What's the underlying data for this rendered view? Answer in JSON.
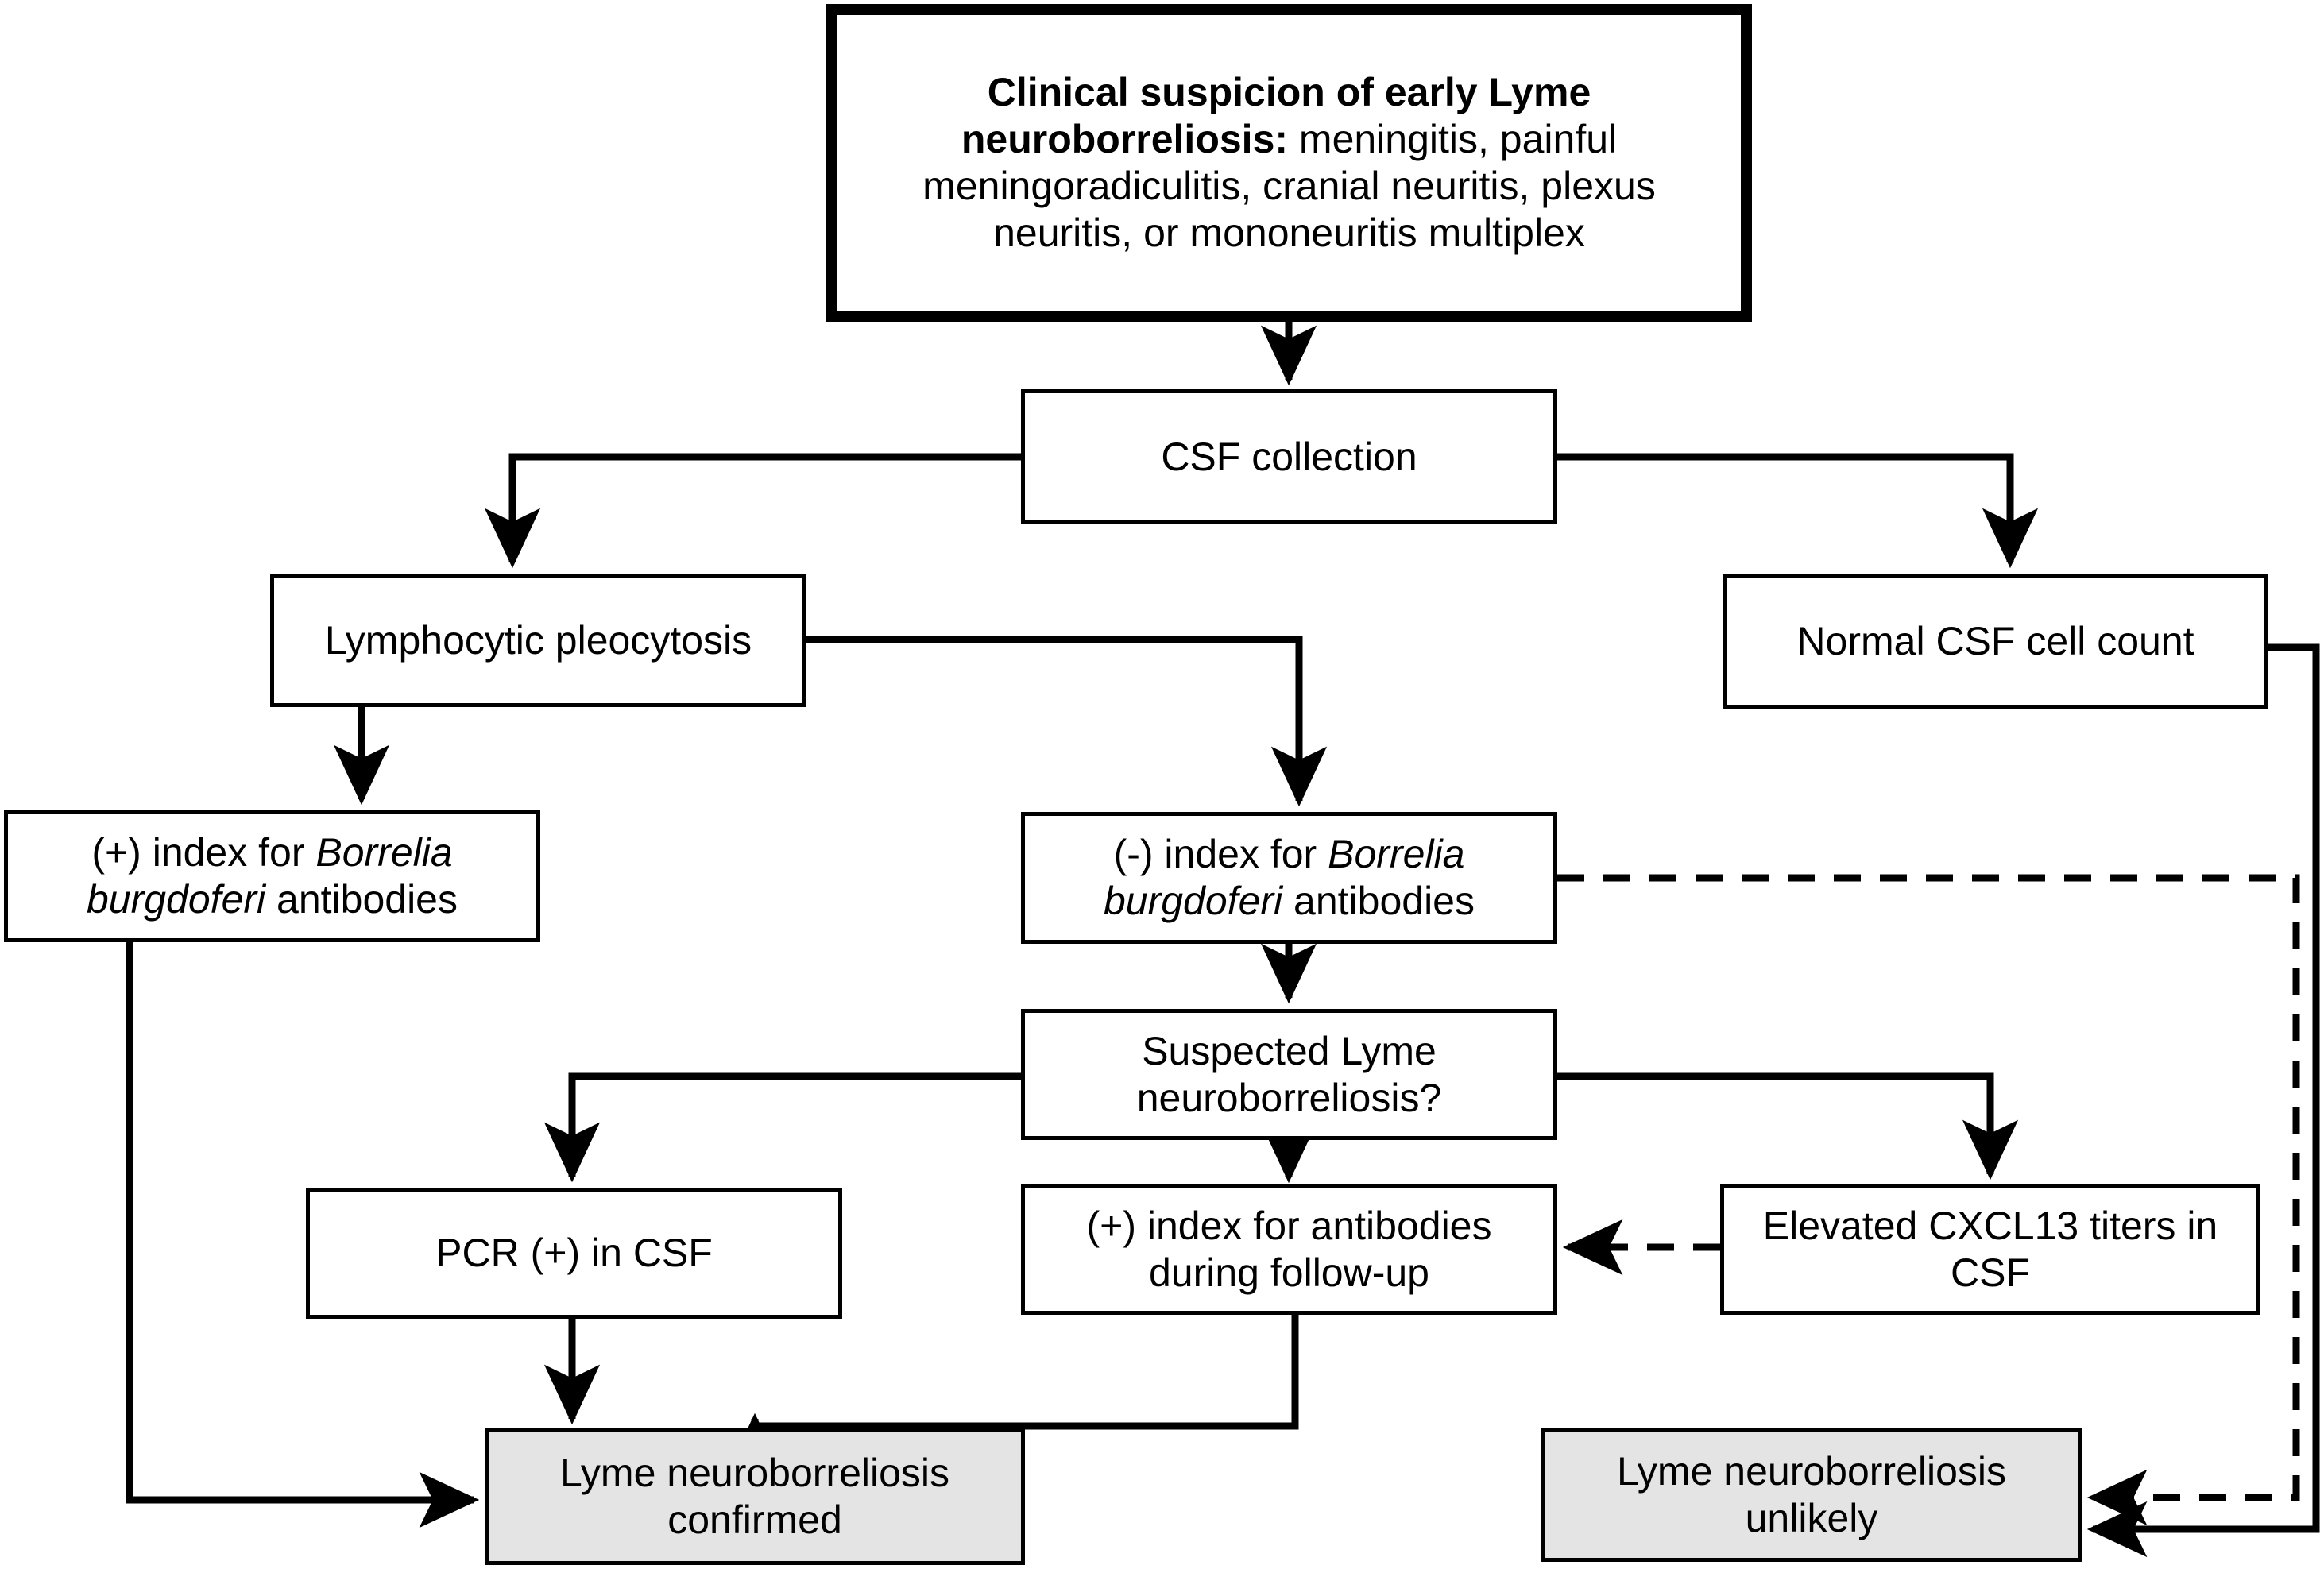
{
  "diagram": {
    "title": "Diagnostic algorithm for early Lyme neuroborreliosis",
    "colors": {
      "node_border": "#000000",
      "node_fill": "#ffffff",
      "outcome_fill": "#e4e4e4",
      "edge": "#000000",
      "text": "#000000"
    },
    "nodes": {
      "root": {
        "id": "clinical-suspicion",
        "emphasis_text": "Clinical suspicion of early Lyme neuroborreliosis:",
        "rest_text": " meningitis, painful meningoradiculitis, cranial neuritis, plexus neuritis, or mononeuritis multiplex",
        "full_text": "Clinical suspicion of early Lyme neuroborreliosis: meningitis, painful meningoradiculitis, cranial neuritis, plexus neuritis, or mononeuritis multiplex",
        "shape": "rectangle",
        "style": "thick-border"
      },
      "csf_collection": {
        "id": "csf-collection",
        "text": "CSF collection"
      },
      "lymphocytic_pleocytosis": {
        "id": "lymphocytic-pleocytosis",
        "text": "Lymphocytic pleocytosis"
      },
      "normal_csf": {
        "id": "normal-csf-cell-count",
        "text": "Normal CSF cell count"
      },
      "positive_index": {
        "id": "positive-borrelia-index",
        "prefix": "(+) index for ",
        "species": "Borrelia burgdoferi",
        "suffix": " antibodies",
        "full_text": "(+) index for Borrelia burgdoferi antibodies"
      },
      "negative_index": {
        "id": "negative-borrelia-index",
        "prefix": "(-) index for ",
        "species": "Borrelia burgdoferi",
        "suffix": " antibodies",
        "full_text": "(-) index for Borrelia burgdoferi antibodies"
      },
      "suspected": {
        "id": "suspected-lyme-neuroborreliosis",
        "text": "Suspected Lyme neuroborreliosis?"
      },
      "pcr": {
        "id": "pcr-positive-in-csf",
        "text": "PCR (+) in CSF"
      },
      "followup_index": {
        "id": "positive-index-follow-up",
        "text": "(+) index for antibodies during follow-up"
      },
      "cxcl13": {
        "id": "elevated-cxcl13-titers",
        "text": "Elevated CXCL13 titers in CSF"
      },
      "confirmed": {
        "id": "lyme-neuroborreliosis-confirmed",
        "text": "Lyme neuroborreliosis confirmed",
        "kind": "outcome"
      },
      "unlikely": {
        "id": "lyme-neuroborreliosis-unlikely",
        "text": "Lyme neuroborreliosis unlikely",
        "kind": "outcome"
      }
    },
    "edges": [
      {
        "from": "clinical-suspicion",
        "to": "csf-collection",
        "style": "solid",
        "arrow": true
      },
      {
        "from": "csf-collection",
        "to": "lymphocytic-pleocytosis",
        "style": "solid",
        "arrow": true
      },
      {
        "from": "csf-collection",
        "to": "normal-csf-cell-count",
        "style": "solid",
        "arrow": true
      },
      {
        "from": "lymphocytic-pleocytosis",
        "to": "positive-borrelia-index",
        "style": "solid",
        "arrow": true
      },
      {
        "from": "lymphocytic-pleocytosis",
        "to": "negative-borrelia-index",
        "style": "solid",
        "arrow": true
      },
      {
        "from": "negative-borrelia-index",
        "to": "suspected-lyme-neuroborreliosis",
        "style": "solid",
        "arrow": true
      },
      {
        "from": "suspected-lyme-neuroborreliosis",
        "to": "pcr-positive-in-csf",
        "style": "solid",
        "arrow": true
      },
      {
        "from": "suspected-lyme-neuroborreliosis",
        "to": "positive-index-follow-up",
        "style": "solid",
        "arrow": true
      },
      {
        "from": "suspected-lyme-neuroborreliosis",
        "to": "elevated-cxcl13-titers",
        "style": "solid",
        "arrow": true
      },
      {
        "from": "elevated-cxcl13-titers",
        "to": "positive-index-follow-up",
        "style": "dashed",
        "arrow": true
      },
      {
        "from": "pcr-positive-in-csf",
        "to": "lyme-neuroborreliosis-confirmed",
        "style": "solid",
        "arrow": true
      },
      {
        "from": "positive-index-follow-up",
        "to": "lyme-neuroborreliosis-confirmed",
        "style": "solid",
        "arrow": true
      },
      {
        "from": "positive-borrelia-index",
        "to": "lyme-neuroborreliosis-confirmed",
        "style": "solid",
        "arrow": true
      },
      {
        "from": "negative-borrelia-index",
        "to": "lyme-neuroborreliosis-unlikely",
        "style": "dashed",
        "arrow": true
      },
      {
        "from": "normal-csf-cell-count",
        "to": "lyme-neuroborreliosis-unlikely",
        "style": "solid",
        "arrow": true
      }
    ]
  }
}
